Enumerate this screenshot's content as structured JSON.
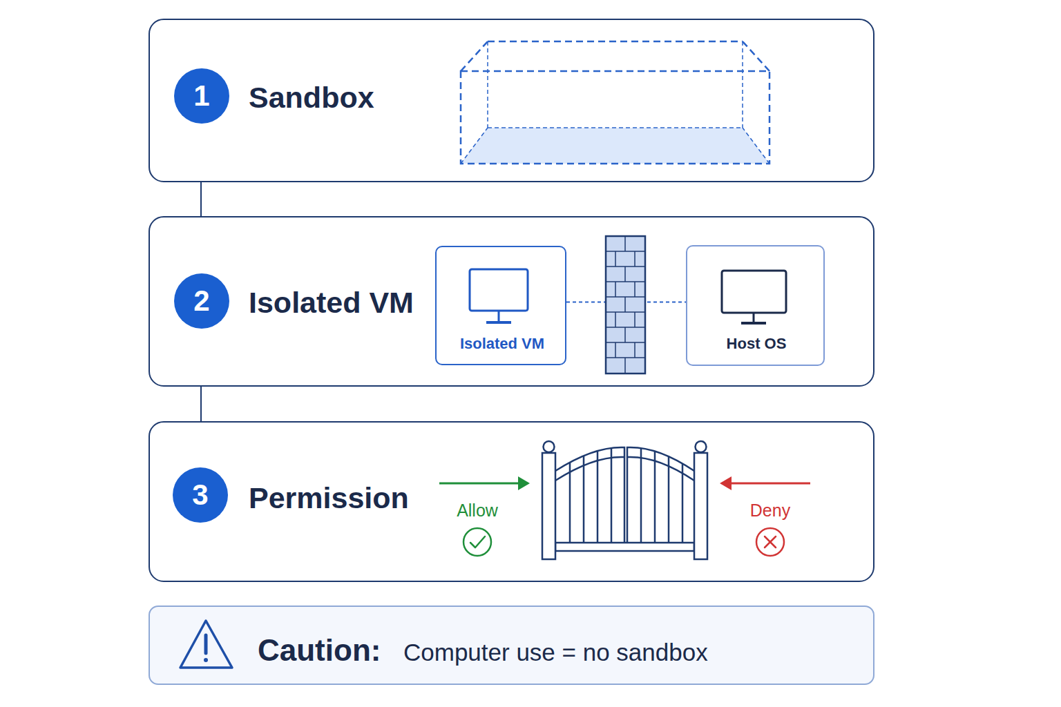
{
  "diagram": {
    "nodes": [
      {
        "text": [
          "Sandbox"
        ]
      },
      {
        "text": [
          "1"
        ],
        "in": 0
      },
      {
        "text": [
          "Isolated VM"
        ]
      },
      {
        "text": [
          "2"
        ],
        "in": 2
      },
      {
        "text": [
          "Isolated VM"
        ],
        "in": 2
      },
      {
        "text": [
          "Host OS"
        ],
        "in": 2
      },
      {
        "text": [
          "Permission"
        ]
      },
      {
        "text": [
          "3"
        ],
        "in": 6
      },
      {
        "text": [
          "Caution:",
          "Computer use = no sandbox"
        ]
      }
    ],
    "edges": [
      {
        "from": 0,
        "to": 2,
        "arrow": "none"
      },
      {
        "from": 2,
        "to": 6,
        "arrow": "none"
      },
      {
        "from": 4,
        "to": 5,
        "arrow": "none"
      }
    ],
    "labels": [
      "Allow",
      "Deny"
    ]
  }
}
